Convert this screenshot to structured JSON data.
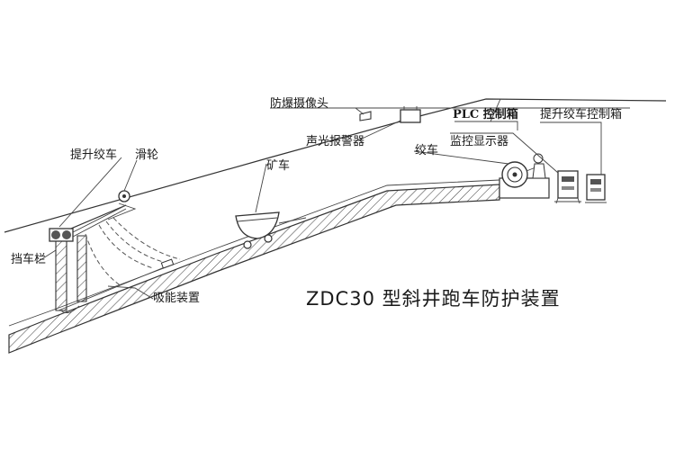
{
  "title": "ZDC30 型斜井跑车防护装置",
  "labels": {
    "explosion_camera": "防爆摄像头",
    "audible_alarm": "声光报警器",
    "plc_box": "PLC 控制箱",
    "hoist_control_box": "提升绞车控制箱",
    "monitor": "监控显示器",
    "winch": "绞车",
    "hoist_winch": "提升绞车",
    "pulley": "滑轮",
    "mine_car": "矿车",
    "car_barrier": "挡车栏",
    "energy_absorber": "吸能装置"
  },
  "colors": {
    "line": "#333333",
    "text": "#1a1a1a",
    "background": "#ffffff"
  }
}
